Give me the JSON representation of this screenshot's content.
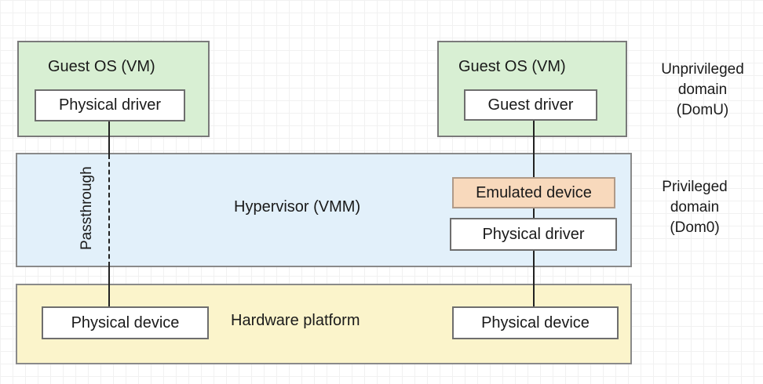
{
  "left_guest": {
    "title": "Guest OS (VM)",
    "driver": "Physical driver"
  },
  "right_guest": {
    "title": "Guest OS (VM)",
    "driver": "Guest driver"
  },
  "hypervisor": {
    "title": "Hypervisor (VMM)",
    "passthrough": "Passthrough",
    "emulated_device": "Emulated device",
    "physical_driver": "Physical driver"
  },
  "hardware": {
    "title": "Hardware platform",
    "left_device": "Physical device",
    "right_device": "Physical device"
  },
  "side_labels": {
    "unprivileged": [
      "Unprivileged",
      "domain",
      "(DomU)"
    ],
    "privileged": [
      "Privileged",
      "domain",
      "(Dom0)"
    ]
  },
  "colors": {
    "guest_fill": "#d8efd3",
    "hypervisor_fill": "#e2f0fa",
    "hardware_fill": "#fbf4cb",
    "emulated_fill": "#f8d9bc"
  }
}
